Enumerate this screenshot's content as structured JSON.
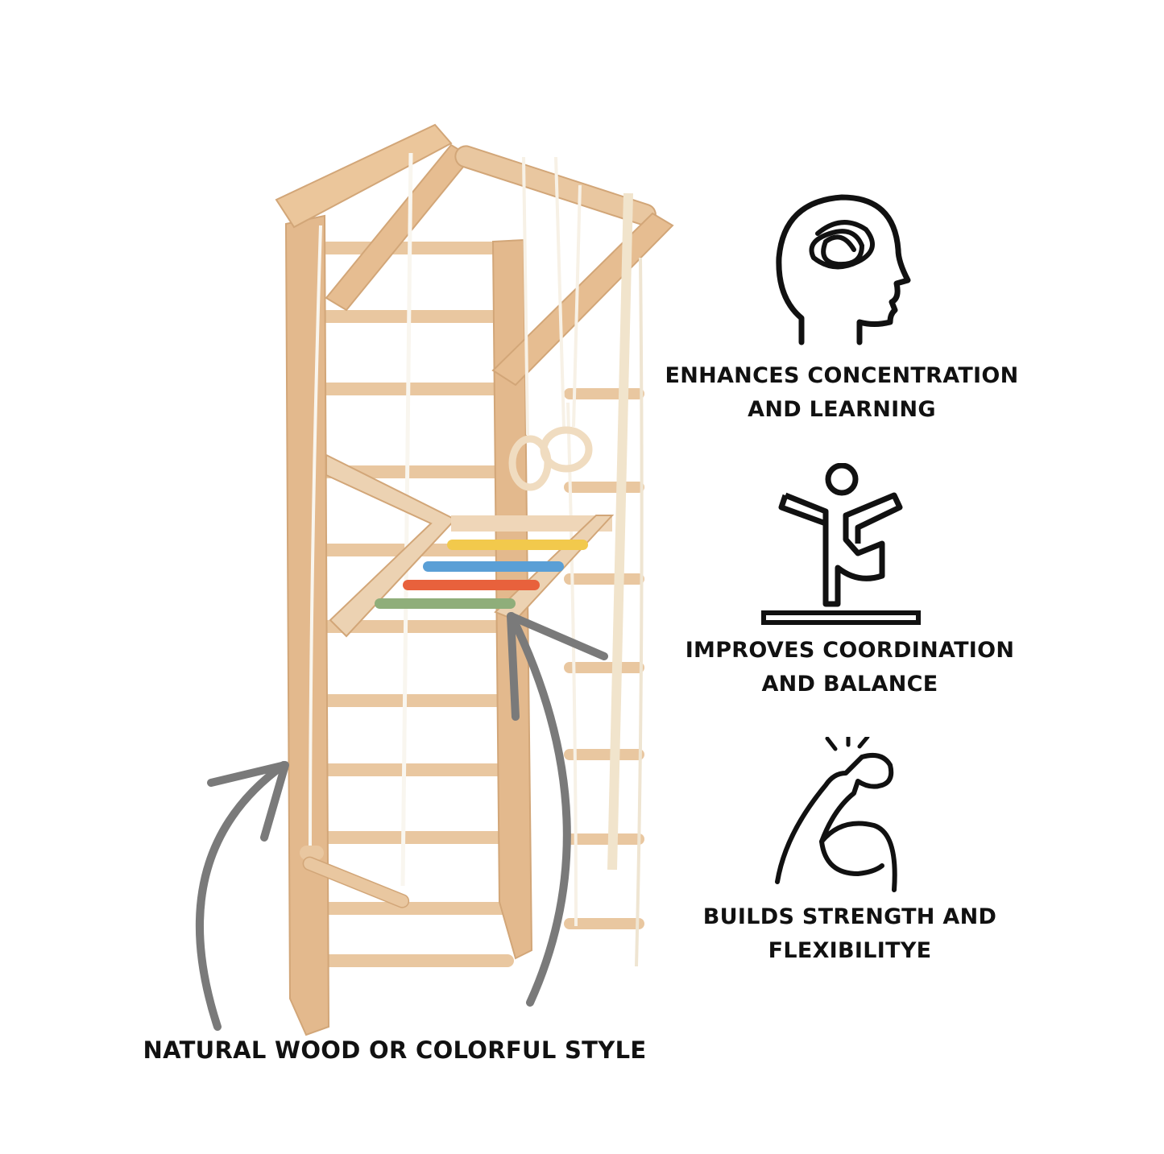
{
  "features": [
    {
      "icon": "brain-head-icon",
      "lines": [
        "ENHANCES CONCENTRATION",
        "AND LEARNING"
      ]
    },
    {
      "icon": "balance-figure-icon",
      "lines": [
        "IMPROVES COORDINATION",
        "AND BALANCE"
      ]
    },
    {
      "icon": "flexed-arm-icon",
      "lines": [
        "BUILDS STRENGTH AND",
        "FLEXIBILITYE"
      ]
    }
  ],
  "bottom_caption": "NATURAL WOOD OR COLORFUL STYLE",
  "colors": {
    "wood": "#e9c7a0",
    "wood_dark": "#d8ab7e",
    "wood_light": "#f3dcc2",
    "rope": "#f7f1e6",
    "arrow": "#7a7a7a",
    "icon": "#111111",
    "bar_yellow": "#f2c94c",
    "bar_blue": "#5a9fd6",
    "bar_red": "#e8613c",
    "bar_green": "#8fae7a"
  }
}
